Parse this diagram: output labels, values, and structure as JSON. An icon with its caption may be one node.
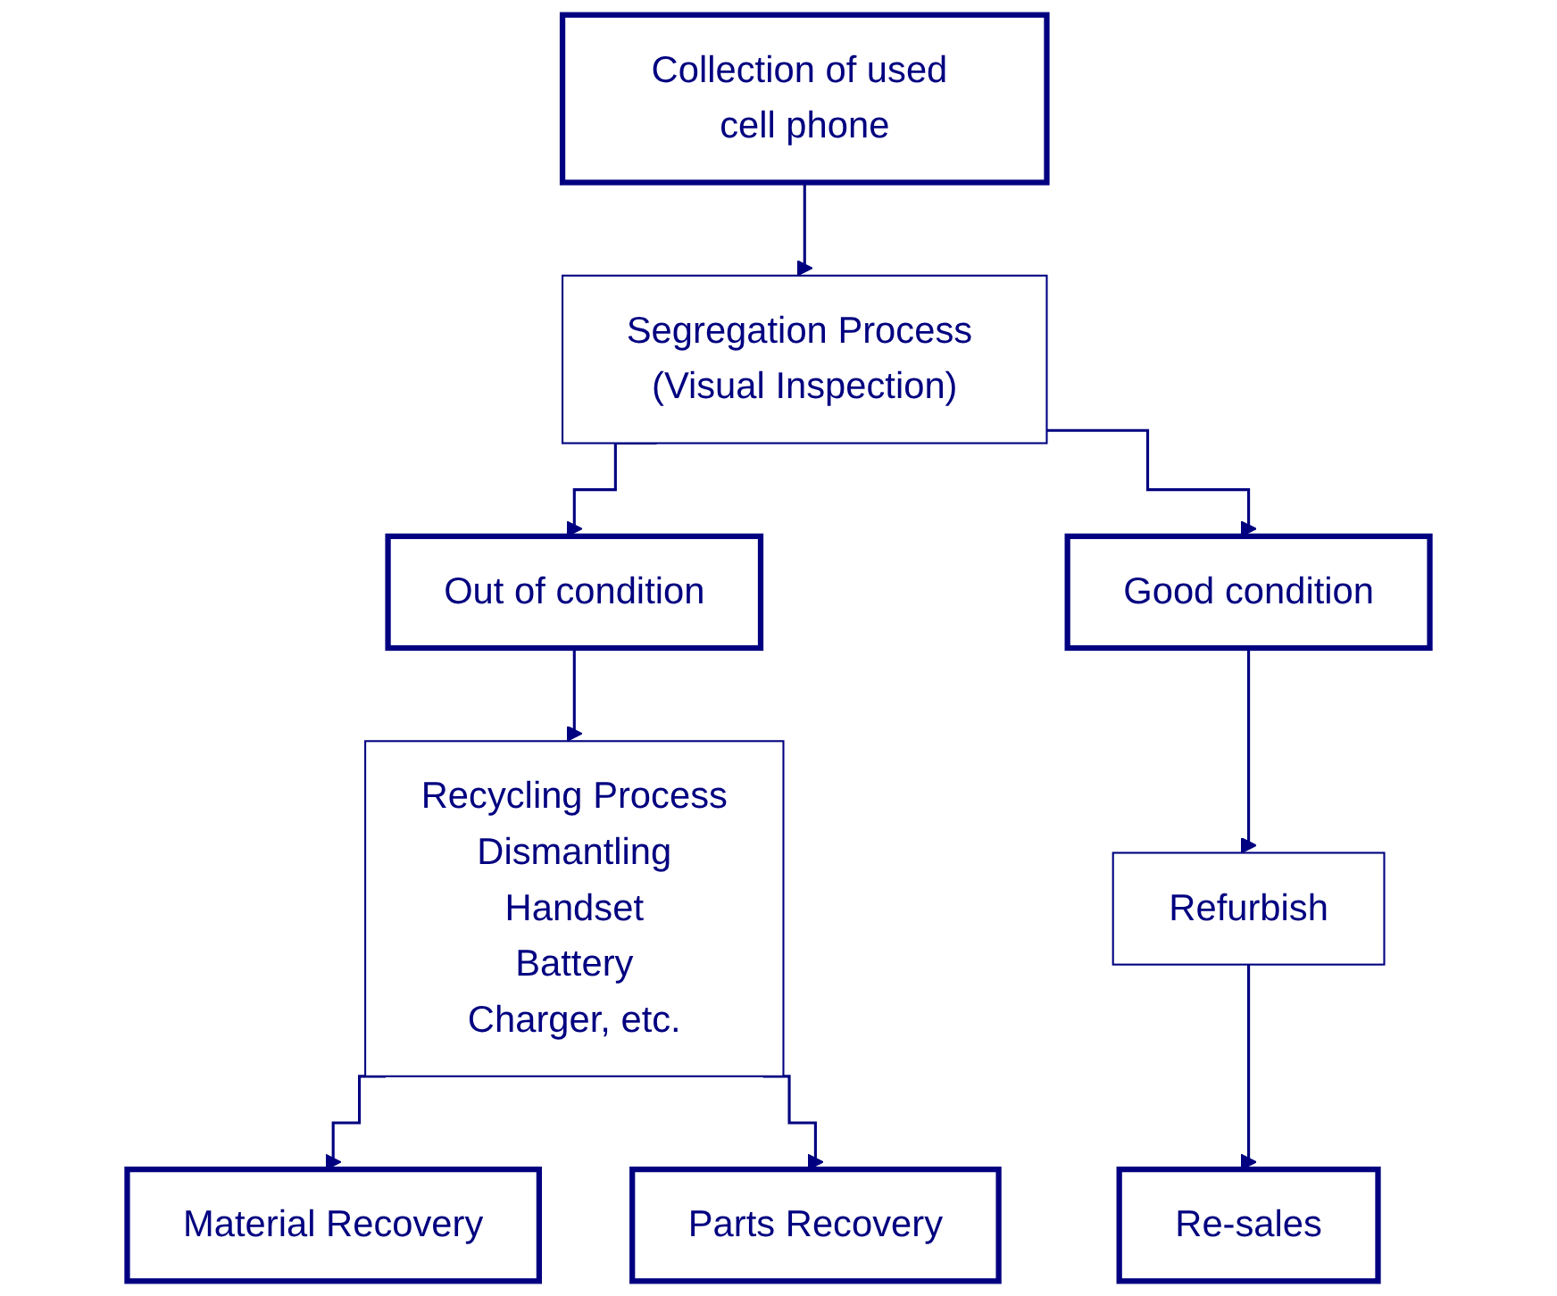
{
  "diagram": {
    "nodes": [
      {
        "text": [
          "Collection of used cell phone"
        ]
      },
      {
        "text": [
          "Segregation Process (Visual Inspection)"
        ]
      },
      {
        "text": [
          "Out of condition"
        ]
      },
      {
        "text": [
          "Good condition"
        ]
      },
      {
        "text": [
          "Recycling Process",
          "Dismantling",
          "Handset",
          "Battery",
          "Charger, etc."
        ]
      },
      {
        "text": [
          "Refurbish"
        ]
      },
      {
        "text": [
          "Re-sales"
        ]
      },
      {
        "text": [
          "Material Recovery"
        ]
      },
      {
        "text": [
          "Parts Recovery"
        ]
      }
    ],
    "edges": [
      {
        "from": 0,
        "to": 1,
        "arrow": "to"
      },
      {
        "from": 1,
        "to": 2,
        "arrow": "to"
      },
      {
        "from": 1,
        "to": 3,
        "arrow": "to"
      },
      {
        "from": 2,
        "to": 4,
        "arrow": "to"
      },
      {
        "from": 3,
        "to": 5,
        "arrow": "to"
      },
      {
        "from": 5,
        "to": 6,
        "arrow": "to"
      },
      {
        "from": 4,
        "to": 7,
        "arrow": "to"
      },
      {
        "from": 4,
        "to": 8,
        "arrow": "to"
      }
    ]
  }
}
